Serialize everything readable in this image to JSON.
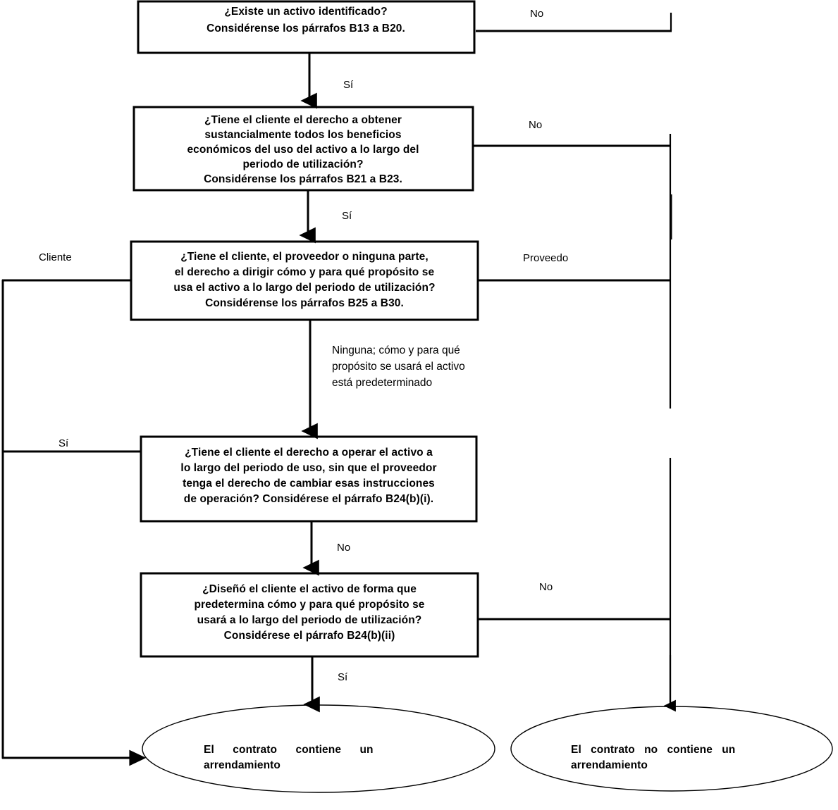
{
  "diagram": {
    "title": "Diagrama de flujo: identificacion de un arrendamiento",
    "stroke_color": "#000000",
    "fill_color": "#ffffff"
  },
  "nodes": {
    "q1": {
      "id": "q1",
      "shape": "box",
      "lines": [
        "¿Existe un activo identificado?",
        "Considérense los párrafos B13 a B20."
      ]
    },
    "q2": {
      "id": "q2",
      "shape": "box",
      "lines": [
        "¿Tiene el cliente el derecho a obtener",
        "sustancialmente todos los beneficios",
        "económicos del uso del activo a lo largo del",
        "periodo de utilización?",
        "Considérense los párrafos B21 a B23."
      ]
    },
    "q3": {
      "id": "q3",
      "shape": "box",
      "lines": [
        "¿Tiene el cliente, el proveedor o ninguna parte,",
        "el derecho a dirigir cómo y para qué propósito se",
        "usa el activo a lo largo del periodo de utilización?",
        "Considérense los párrafos B25 a B30."
      ]
    },
    "q4": {
      "id": "q4",
      "shape": "box",
      "lines": [
        "¿Tiene el cliente el derecho a operar el activo a",
        "lo largo del periodo de uso, sin que el proveedor",
        "tenga el derecho de cambiar esas instrucciones",
        "de operación? Considérese el párrafo B24(b)(i)."
      ]
    },
    "q5": {
      "id": "q5",
      "shape": "box",
      "lines": [
        "¿Diseñó el cliente el activo de forma que",
        "predetermina cómo y para qué propósito se",
        "usará a lo largo del periodo de utilización?",
        "Considérese el párrafo B24(b)(ii)"
      ]
    },
    "lease": {
      "id": "lease",
      "shape": "ellipse",
      "lines": [
        "El contrato contiene un",
        "arrendamiento"
      ],
      "justified_line": "El      contrato      contiene      un"
    },
    "no_lease": {
      "id": "no_lease",
      "shape": "ellipse",
      "lines": [
        "El contrato no contiene un",
        "arrendamiento"
      ],
      "justified_line": "El   contrato   no   contiene   un"
    }
  },
  "edge_labels": {
    "q1_no": "No",
    "q1_si": "Sí",
    "q2_no": "No",
    "q2_si": "Sí",
    "q3_cliente": "Cliente",
    "q3_proveedor": "Proveedo",
    "q3_ninguna_l1": "Ninguna; cómo y para qué",
    "q3_ninguna_l2": "propósito se usará el activo",
    "q3_ninguna_l3": "está predeterminado",
    "q4_si": "Sí",
    "q4_no": "No",
    "q5_no": "No",
    "q5_si": "Sí"
  }
}
